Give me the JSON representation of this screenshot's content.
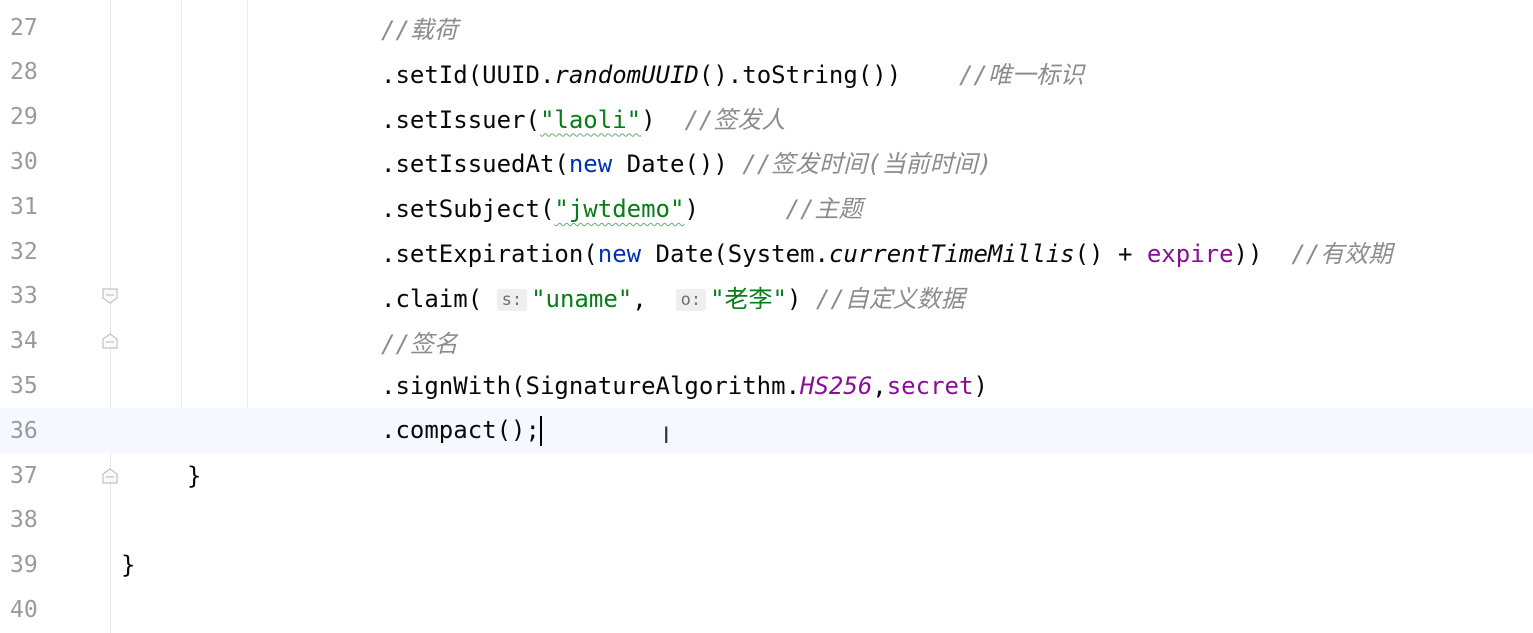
{
  "editor": {
    "lines": [
      {
        "num": "27",
        "parts": [
          {
            "t": "//载荷",
            "c": "cmt"
          }
        ]
      },
      {
        "num": "28",
        "parts": [
          {
            "t": ".setId(UUID."
          },
          {
            "t": "randomUUID",
            "c": "italic"
          },
          {
            "t": "().toString())    "
          },
          {
            "t": "//唯一标识",
            "c": "cmt"
          }
        ]
      },
      {
        "num": "29",
        "parts": [
          {
            "t": ".setIssuer("
          },
          {
            "t": "\"laoli\"",
            "c": "str squiggle"
          },
          {
            "t": ")  "
          },
          {
            "t": "//签发人",
            "c": "cmt"
          }
        ]
      },
      {
        "num": "30",
        "parts": [
          {
            "t": ".setIssuedAt("
          },
          {
            "t": "new",
            "c": "kw"
          },
          {
            "t": " Date()) "
          },
          {
            "t": "//签发时间(当前时间)",
            "c": "cmt"
          }
        ]
      },
      {
        "num": "31",
        "parts": [
          {
            "t": ".setSubject("
          },
          {
            "t": "\"jwtdemo\"",
            "c": "str squiggle"
          },
          {
            "t": ")      "
          },
          {
            "t": "//主题",
            "c": "cmt"
          }
        ]
      },
      {
        "num": "32",
        "parts": [
          {
            "t": ".setExpiration("
          },
          {
            "t": "new",
            "c": "kw"
          },
          {
            "t": " Date(System."
          },
          {
            "t": "currentTimeMillis",
            "c": "italic"
          },
          {
            "t": "() + "
          },
          {
            "t": "expire",
            "c": "purple"
          },
          {
            "t": "))  "
          },
          {
            "t": "//有效期",
            "c": "cmt"
          }
        ]
      },
      {
        "num": "33",
        "parts": [
          {
            "t": ".claim( "
          },
          {
            "t": "s:",
            "c": "hint"
          },
          {
            "t": "\"uname\"",
            "c": "str"
          },
          {
            "t": ",  "
          },
          {
            "t": "o:",
            "c": "hint"
          },
          {
            "t": "\"老李\"",
            "c": "str"
          },
          {
            "t": ") "
          },
          {
            "t": "//自定义数据",
            "c": "cmt"
          }
        ]
      },
      {
        "num": "34",
        "parts": [
          {
            "t": "//签名",
            "c": "cmt"
          }
        ]
      },
      {
        "num": "35",
        "parts": [
          {
            "t": ".signWith(SignatureAlgorithm."
          },
          {
            "t": "HS256",
            "c": "italic purple"
          },
          {
            "t": ","
          },
          {
            "t": "secret",
            "c": "purple"
          },
          {
            "t": ")"
          }
        ]
      },
      {
        "num": "36",
        "parts": [
          {
            "t": ".compact();"
          }
        ]
      },
      {
        "num": "37",
        "parts": [
          {
            "t": "}"
          }
        ]
      },
      {
        "num": "38",
        "parts": []
      },
      {
        "num": "39",
        "parts": [
          {
            "t": "}"
          }
        ]
      },
      {
        "num": "40",
        "parts": []
      }
    ],
    "current_line": "36"
  }
}
